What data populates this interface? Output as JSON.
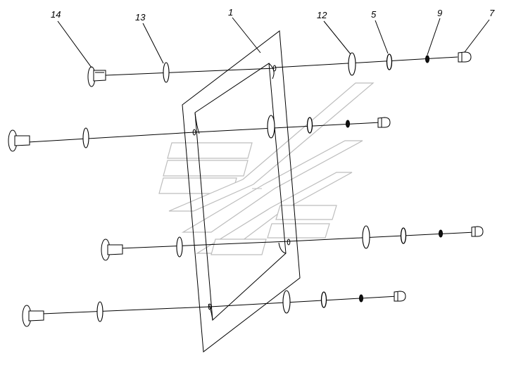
{
  "callouts": [
    {
      "id": "c14",
      "label": "14"
    },
    {
      "id": "c13",
      "label": "13"
    },
    {
      "id": "c1",
      "label": "1"
    },
    {
      "id": "c12",
      "label": "12"
    },
    {
      "id": "c5",
      "label": "5"
    },
    {
      "id": "c9",
      "label": "9"
    },
    {
      "id": "c7",
      "label": "7"
    }
  ],
  "colors": {
    "line": "#000000",
    "watermark": "#bdbdbd",
    "background": "#ffffff"
  }
}
